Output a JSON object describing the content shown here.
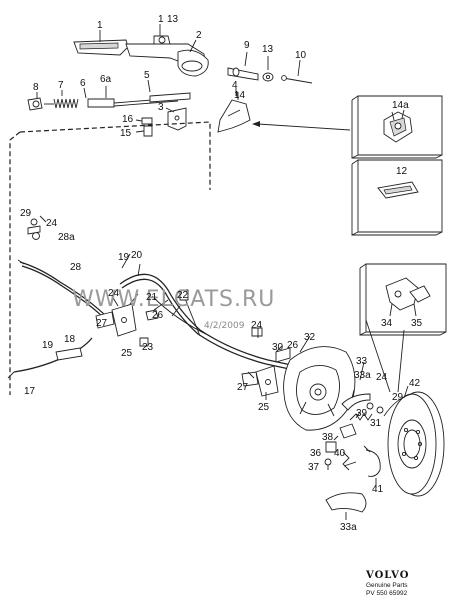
{
  "callouts": {
    "c1": "1",
    "c1b": "1",
    "c13a": "13",
    "c2": "2",
    "c9": "9",
    "c13b": "13",
    "c10": "10",
    "c8": "8",
    "c7": "7",
    "c6a": "6a",
    "c6": "6",
    "c5": "5",
    "c3": "3",
    "c16": "16",
    "c15": "15",
    "c4": "4",
    "c14": "14",
    "c14a": "14a",
    "c12": "12",
    "c29a": "29",
    "c24a": "24",
    "c28a": "28a",
    "c28": "28",
    "c19a": "19",
    "c20": "20",
    "c24b": "24",
    "c21": "21",
    "c27a": "27",
    "c26a": "26",
    "c22": "22",
    "c23": "23",
    "c25a": "25",
    "c24c": "24",
    "c19b": "19",
    "c18": "18",
    "c17": "17",
    "c32": "32",
    "c30": "30",
    "c26b": "26",
    "c27b": "27",
    "c25b": "25",
    "c34": "34",
    "c35": "35",
    "c33": "33",
    "c33a": "33a",
    "c24d": "24",
    "c42": "42",
    "c29b": "29",
    "c39": "39",
    "c31": "31",
    "c38": "38",
    "c36": "36",
    "c40": "40",
    "c37": "37",
    "c41": "41",
    "c33b": "33a"
  },
  "watermark": "WWW.ELCATS.RU",
  "date_stamp": "4/2/2009",
  "footer": {
    "brand": "VOLVO",
    "line1": "Genuine Parts",
    "line2": "PV 550 65992"
  }
}
